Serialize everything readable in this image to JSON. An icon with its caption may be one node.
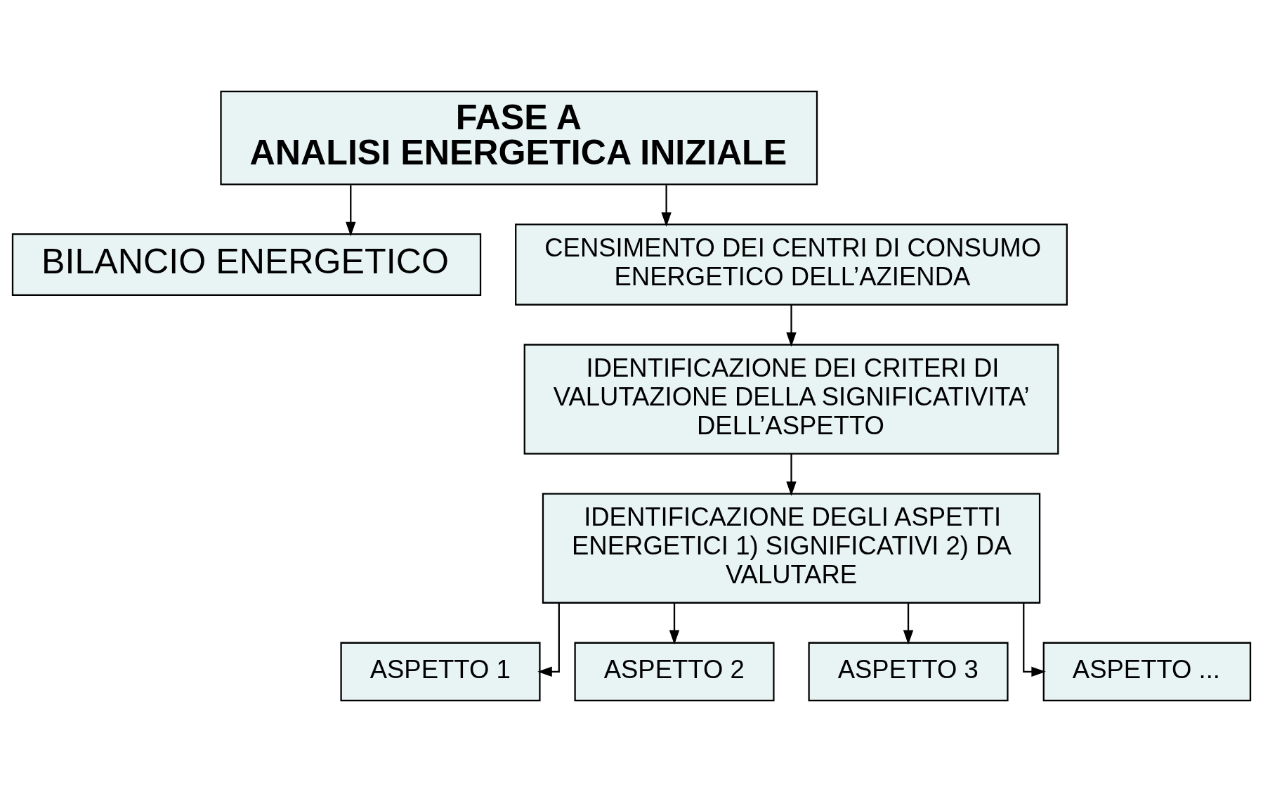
{
  "diagram": {
    "nodes": [
      {
        "text": [
          "FASE A",
          "ANALISI ENERGETICA INIZIALE"
        ]
      },
      {
        "text": [
          "BILANCIO ENERGETICO"
        ]
      },
      {
        "text": [
          "CENSIMENTO DEI CENTRI DI CONSUMO ENERGETICO DELL’AZIENDA"
        ]
      },
      {
        "text": [
          "IDENTIFICAZIONE DEI CRITERI DI VALUTAZIONE DELLA SIGNIFICATIVITA’ DELL’ASPETTO"
        ]
      },
      {
        "text": [
          "IDENTIFICAZIONE DEGLI ASPETTI ENERGETICI 1) SIGNIFICATIVI 2) DA VALUTARE"
        ]
      },
      {
        "text": [
          "ASPETTO 1"
        ]
      },
      {
        "text": [
          "ASPETTO 2"
        ]
      },
      {
        "text": [
          "ASPETTO 3"
        ]
      },
      {
        "text": [
          "ASPETTO ..."
        ]
      }
    ],
    "edges": [
      {
        "from": 0,
        "to": 1,
        "arrow": "to"
      },
      {
        "from": 0,
        "to": 2,
        "arrow": "to"
      },
      {
        "from": 2,
        "to": 3,
        "arrow": "to"
      },
      {
        "from": 3,
        "to": 4,
        "arrow": "to"
      },
      {
        "from": 4,
        "to": 5,
        "arrow": "to"
      },
      {
        "from": 4,
        "to": 6,
        "arrow": "to"
      },
      {
        "from": 4,
        "to": 7,
        "arrow": "to"
      },
      {
        "from": 4,
        "to": 8,
        "arrow": "to"
      }
    ]
  }
}
